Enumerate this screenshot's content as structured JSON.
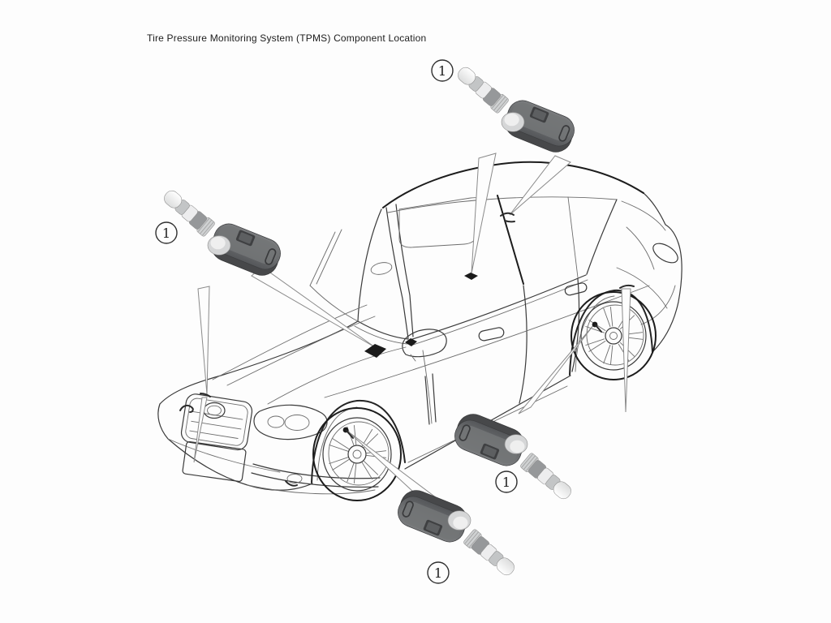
{
  "title": "Tire Pressure Monitoring System (TPMS) Component Location",
  "diagram": {
    "vehicle": "sedan line drawing, front three-quarter view",
    "component_shown": "tire pressure sensor with valve stem",
    "sensor_count": 4
  },
  "callouts": {
    "top": {
      "label": "1"
    },
    "left": {
      "label": "1"
    },
    "rear": {
      "label": "1"
    },
    "front": {
      "label": "1"
    }
  },
  "colors": {
    "background": "#fdfdfd",
    "line": "#3a3a3a",
    "sensor_body": "#6f7173",
    "sensor_body_dark": "#4a4b4d",
    "sensor_stem": "#f2f2f2",
    "marker": "#1a1a1a",
    "callout_stroke": "#2f2f2f"
  }
}
